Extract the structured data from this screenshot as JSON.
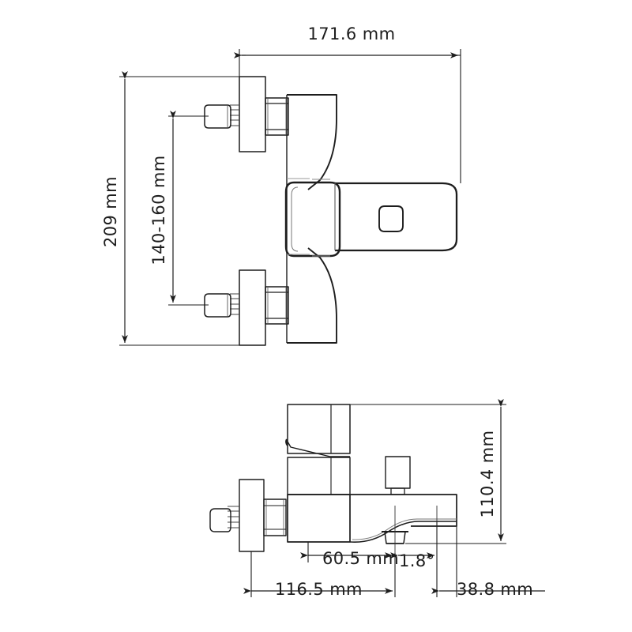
{
  "drawing": {
    "title": "Bath/shower mixer tap technical dimension drawing",
    "units": "mm",
    "line_color": "#222222",
    "background_color": "#ffffff",
    "views": [
      {
        "name": "front-view",
        "position": "top"
      },
      {
        "name": "side-view",
        "position": "bottom"
      }
    ]
  },
  "dimensions": {
    "overall_width": "171.6 mm",
    "overall_height": "209 mm",
    "mounting_centers": "140-160 mm",
    "spout_height": "110.4 mm",
    "wall_to_aerator": "116.5 mm",
    "body_to_aerator": "60.5 mm",
    "spout_angle": "1.8°",
    "aerator_to_spout_end": "38.8 mm"
  },
  "labels": {
    "top_width": "171.6 mm",
    "left_height": "209 mm",
    "inner_height": "140-160 mm",
    "right_height": "110.4 mm",
    "bottom_left": "116.5 mm",
    "bottom_mid_upper": "60.5 mm",
    "bottom_angle": "1.8°",
    "bottom_right": "38.8 mm"
  }
}
